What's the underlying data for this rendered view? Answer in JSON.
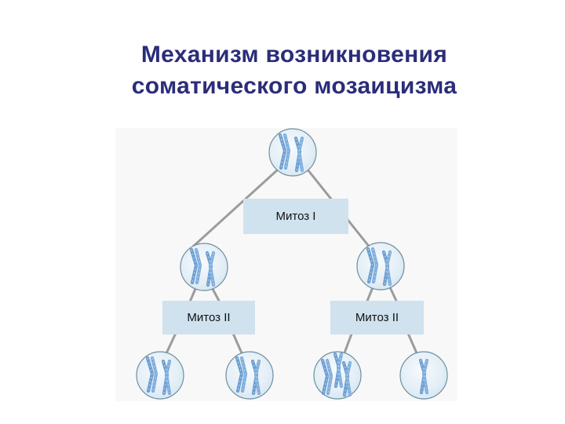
{
  "title": {
    "line1": "Механизм возникновения",
    "line2": "соматического мозаицизма"
  },
  "diagram": {
    "stages": [
      {
        "id": "mitosis-1",
        "label": "Митоз I"
      },
      {
        "id": "mitosis-2-left",
        "label": "Митоз II"
      },
      {
        "id": "mitosis-2-right",
        "label": "Митоз II"
      }
    ],
    "cells": [
      {
        "id": "parent",
        "level": 0,
        "chromosome_count": 2
      },
      {
        "id": "daughter-left",
        "level": 1,
        "chromosome_count": 2
      },
      {
        "id": "daughter-right",
        "level": 1,
        "chromosome_count": 2
      },
      {
        "id": "granddaughter-1",
        "level": 2,
        "chromosome_count": 2
      },
      {
        "id": "granddaughter-2",
        "level": 2,
        "chromosome_count": 2
      },
      {
        "id": "granddaughter-3",
        "level": 2,
        "chromosome_count": 3
      },
      {
        "id": "granddaughter-4",
        "level": 2,
        "chromosome_count": 1
      }
    ],
    "colors": {
      "title": "#2b2d7a",
      "panel_bg": "#f8f8f8",
      "label_box": "#cfe2ee",
      "cell_fill": "#e8f1f7",
      "cell_border": "#6f8fa0",
      "chromosome": "#6c9ed1",
      "connector": "#9c9c9c"
    }
  }
}
